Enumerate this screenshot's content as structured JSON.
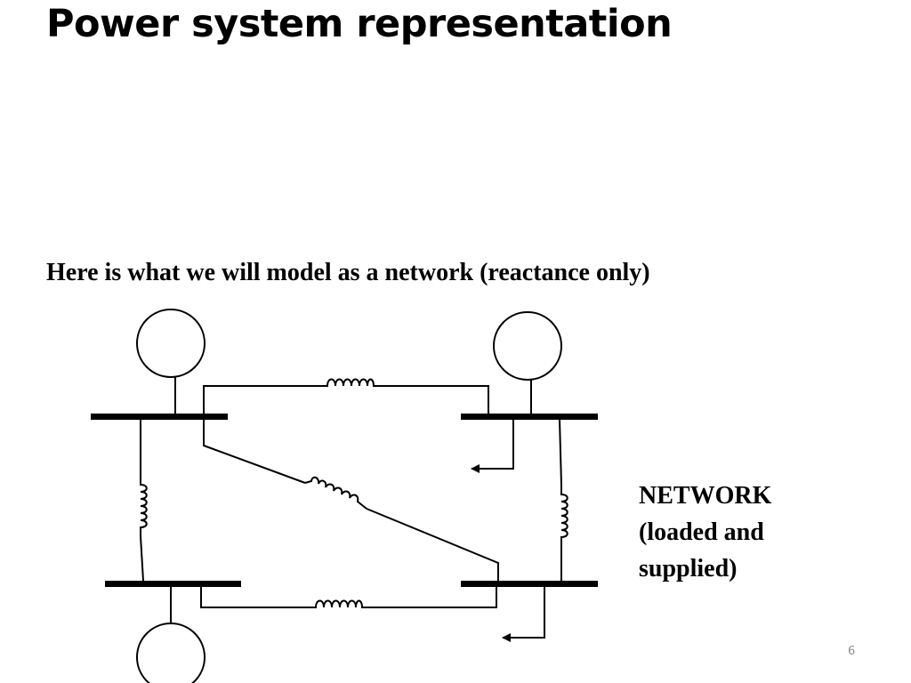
{
  "slide": {
    "title": "Power system representation",
    "subtitle": "Here is what we will model as a network (reactance only)",
    "page_number": "6"
  },
  "diagram": {
    "network_label": {
      "line1": "NETWORK",
      "line2": "(loaded and",
      "line3": "supplied)"
    },
    "buses": [
      "bus-1",
      "bus-2",
      "bus-3",
      "bus-4"
    ],
    "generators": [
      "generator-bus-1",
      "generator-bus-2",
      "generator-bus-3"
    ],
    "loads": [
      "load-bus-2",
      "load-bus-4"
    ],
    "lines": [
      "line-1-2",
      "line-1-3",
      "line-2-4",
      "line-1-4",
      "line-3-4"
    ]
  }
}
